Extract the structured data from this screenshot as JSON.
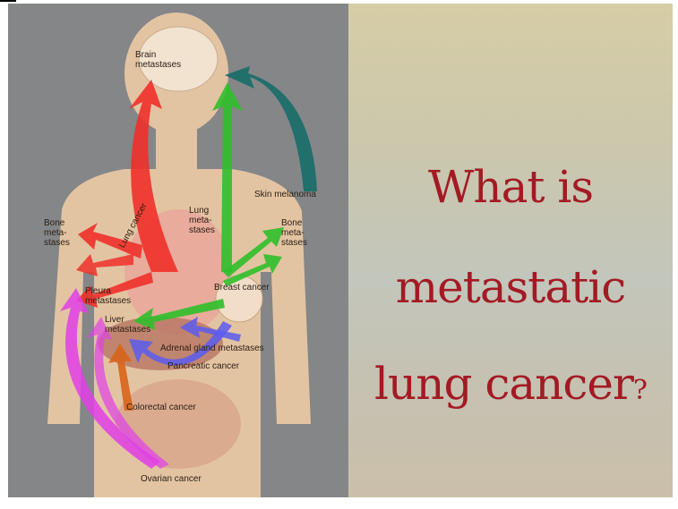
{
  "title": {
    "line1": "What is",
    "line2": "metastatic",
    "line3": "lung cancer",
    "qmark": "?"
  },
  "labels": {
    "brain": [
      "Brain",
      "metastases"
    ],
    "skin": "Skin melanoma",
    "bone_left": [
      "Bone",
      "meta-",
      "stases"
    ],
    "bone_right": [
      "Bone",
      "meta-",
      "stases"
    ],
    "lung_meta": [
      "Lung",
      "meta-",
      "stases"
    ],
    "lung_cancer": "Lung cancer",
    "breast": "Breast cancer",
    "pleura": [
      "Pleura",
      "metastases"
    ],
    "liver": [
      "Liver",
      "metastases"
    ],
    "adrenal": "Adrenal gland metastases",
    "pancreatic": "Pancreatic cancer",
    "colorectal": "Colorectal cancer",
    "ovarian": "Ovarian cancer"
  },
  "colors": {
    "panel_gray": "#848688",
    "skin": "#e3c4a2",
    "title_red": "#a31a24",
    "arrow_red": "#f0302a",
    "arrow_green": "#2fbf2a",
    "arrow_teal": "#1c6e6a",
    "arrow_blue": "#5a5cf0",
    "arrow_magenta": "#e040e8",
    "arrow_orange": "#d8641a"
  }
}
